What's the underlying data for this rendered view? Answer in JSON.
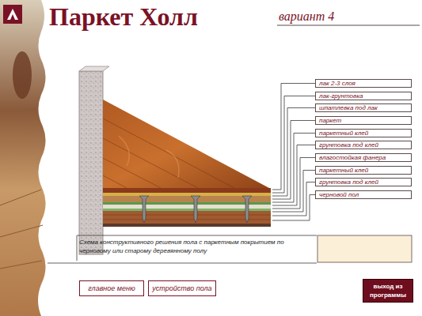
{
  "diagram": {
    "title": "Паркет Холл",
    "caption": "Схема конструктивного решения пола с паркетным покрытием по черновому или старому деревянному полу",
    "nodes": [
      {
        "text": [
          "лак 2-3 слоя"
        ]
      },
      {
        "text": [
          "лак-грунтовка"
        ]
      },
      {
        "text": [
          "шпатлевка под лак"
        ]
      },
      {
        "text": [
          "паркет"
        ]
      },
      {
        "text": [
          "паркетный клей"
        ]
      },
      {
        "text": [
          "грунтовка под клей"
        ]
      },
      {
        "text": [
          "влагостойкая фанера"
        ]
      },
      {
        "text": [
          "паркетный клей"
        ]
      },
      {
        "text": [
          "грунтовка под клей"
        ]
      },
      {
        "text": [
          "черновой пол"
        ]
      },
      {
        "text": [
          "главное меню"
        ]
      },
      {
        "text": [
          "устройство пола"
        ]
      },
      {
        "text": [
          "выход из программы"
        ]
      }
    ],
    "labels": [
      "вариант 4"
    ]
  }
}
